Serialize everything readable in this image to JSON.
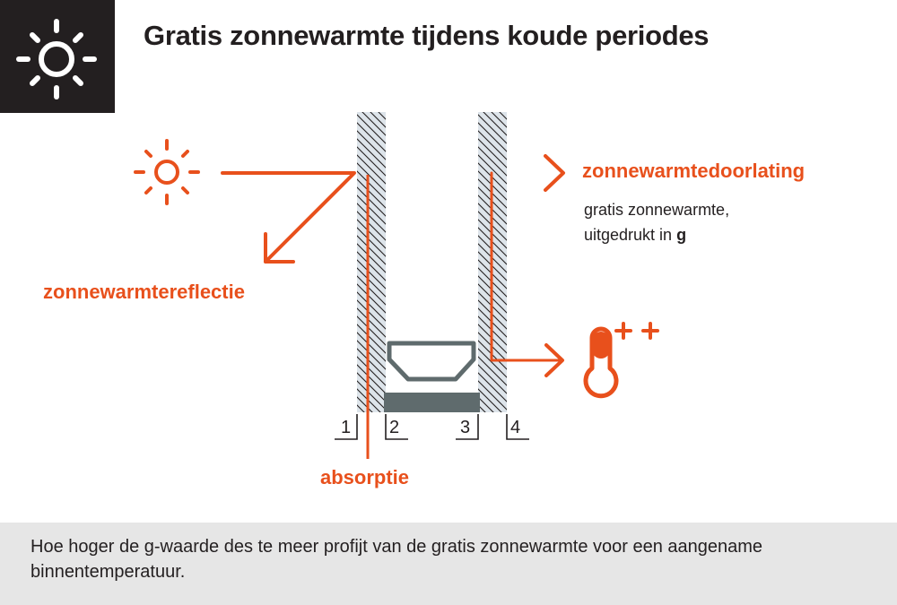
{
  "header": {
    "title": "Gratis zonnewarmte tijdens koude periodes",
    "icon": "sun-icon"
  },
  "labels": {
    "transmission": "zonnewarmtedoorlating",
    "reflection": "zonnewarmtereflectie",
    "absorption": "absorptie"
  },
  "transmission_note": {
    "line1": "gratis zonnewarmte,",
    "line2_prefix": "uitgedrukt in ",
    "line2_bold": "g"
  },
  "surfaces": [
    "1",
    "2",
    "3",
    "4"
  ],
  "thermometer": {
    "icon": "thermometer-icon",
    "indicator": "++"
  },
  "footer": {
    "text": "Hoe hoger de g-waarde des te meer profijt van de gratis zonnewarmte voor een aangename binnentemperatuur."
  },
  "colors": {
    "accent": "#e8501c",
    "dark": "#231f20",
    "spacer": "#5f6b6d",
    "glass": "#dde4ea",
    "footer_bg": "#e6e6e6"
  }
}
